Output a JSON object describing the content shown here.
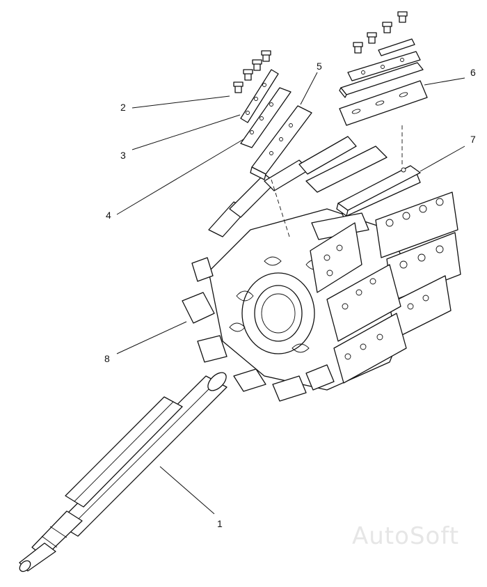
{
  "callouts": [
    {
      "id": "1",
      "text": "1"
    },
    {
      "id": "2",
      "text": "2"
    },
    {
      "id": "3",
      "text": "3"
    },
    {
      "id": "4",
      "text": "4"
    },
    {
      "id": "5",
      "text": "5"
    },
    {
      "id": "6",
      "text": "6"
    },
    {
      "id": "7",
      "text": "7"
    },
    {
      "id": "8",
      "text": "8"
    }
  ],
  "watermark": "AutoSoft",
  "parts": [
    "shaft",
    "bolt",
    "clamp-plate",
    "knife",
    "knife-holder",
    "rotor-disc"
  ]
}
